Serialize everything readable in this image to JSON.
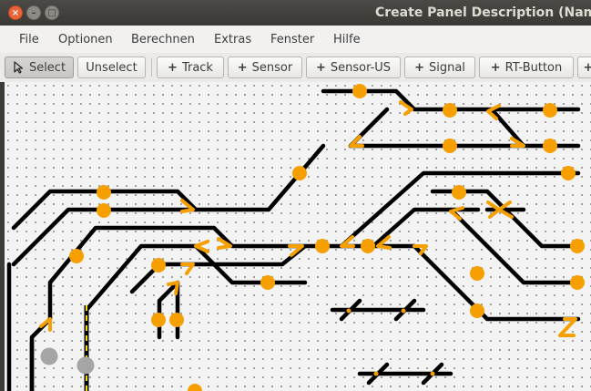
{
  "window": {
    "title": "Create Panel Description (Name:",
    "close_glyph": "×",
    "minimize_glyph": "–",
    "maximize_glyph": "□"
  },
  "menu": [
    "File",
    "Optionen",
    "Berechnen",
    "Extras",
    "Fenster",
    "Hilfe"
  ],
  "toolbar": {
    "select_label": "Select",
    "unselect_label": "Unselect",
    "track_label": "Track",
    "sensor_label": "Sensor",
    "sensor_us_label": "Sensor-US",
    "signal_label": "Signal",
    "rt_button_label": "RT-Button",
    "plus_glyph": "+"
  },
  "colors": {
    "track": "#000000",
    "sensor": "#f5a000",
    "sensor_us": "#a5a5a5",
    "signal_arrow": "#f5a000",
    "selected_track": "#f5e000"
  }
}
